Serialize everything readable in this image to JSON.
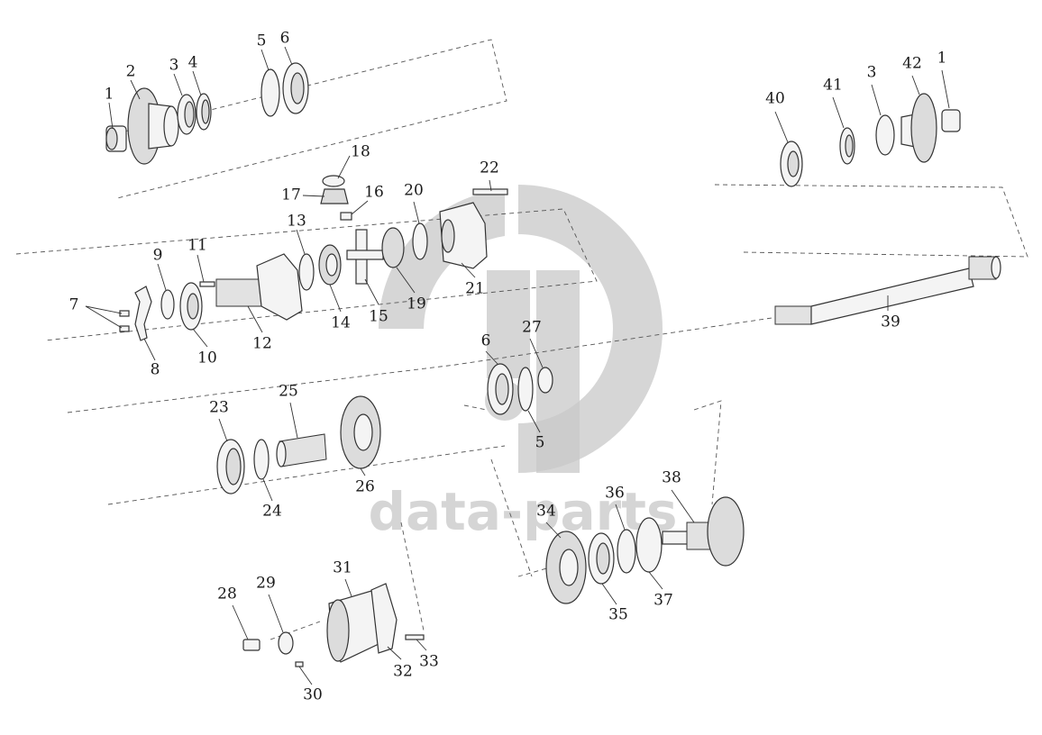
{
  "diagram": {
    "watermark": {
      "text": "data-parts",
      "color": "#c8c8c8",
      "logo": "dp-logo"
    },
    "callouts": [
      {
        "id": "c1a",
        "label": "1"
      },
      {
        "id": "c2",
        "label": "2"
      },
      {
        "id": "c3a",
        "label": "3"
      },
      {
        "id": "c4",
        "label": "4"
      },
      {
        "id": "c5a",
        "label": "5"
      },
      {
        "id": "c6a",
        "label": "6"
      },
      {
        "id": "c7",
        "label": "7"
      },
      {
        "id": "c8",
        "label": "8"
      },
      {
        "id": "c9",
        "label": "9"
      },
      {
        "id": "c10",
        "label": "10"
      },
      {
        "id": "c11",
        "label": "11"
      },
      {
        "id": "c12",
        "label": "12"
      },
      {
        "id": "c13",
        "label": "13"
      },
      {
        "id": "c14",
        "label": "14"
      },
      {
        "id": "c15",
        "label": "15"
      },
      {
        "id": "c16",
        "label": "16"
      },
      {
        "id": "c17",
        "label": "17"
      },
      {
        "id": "c18",
        "label": "18"
      },
      {
        "id": "c19",
        "label": "19"
      },
      {
        "id": "c20",
        "label": "20"
      },
      {
        "id": "c21",
        "label": "21"
      },
      {
        "id": "c22",
        "label": "22"
      },
      {
        "id": "c23",
        "label": "23"
      },
      {
        "id": "c24",
        "label": "24"
      },
      {
        "id": "c25",
        "label": "25"
      },
      {
        "id": "c26",
        "label": "26"
      },
      {
        "id": "c27",
        "label": "27"
      },
      {
        "id": "c6b",
        "label": "6"
      },
      {
        "id": "c5b",
        "label": "5"
      },
      {
        "id": "c28",
        "label": "28"
      },
      {
        "id": "c29",
        "label": "29"
      },
      {
        "id": "c30",
        "label": "30"
      },
      {
        "id": "c31",
        "label": "31"
      },
      {
        "id": "c32",
        "label": "32"
      },
      {
        "id": "c33",
        "label": "33"
      },
      {
        "id": "c34",
        "label": "34"
      },
      {
        "id": "c35",
        "label": "35"
      },
      {
        "id": "c36",
        "label": "36"
      },
      {
        "id": "c37",
        "label": "37"
      },
      {
        "id": "c38",
        "label": "38"
      },
      {
        "id": "c39",
        "label": "39"
      },
      {
        "id": "c40",
        "label": "40"
      },
      {
        "id": "c41",
        "label": "41"
      },
      {
        "id": "c3b",
        "label": "3"
      },
      {
        "id": "c42",
        "label": "42"
      },
      {
        "id": "c1b",
        "label": "1"
      }
    ]
  }
}
